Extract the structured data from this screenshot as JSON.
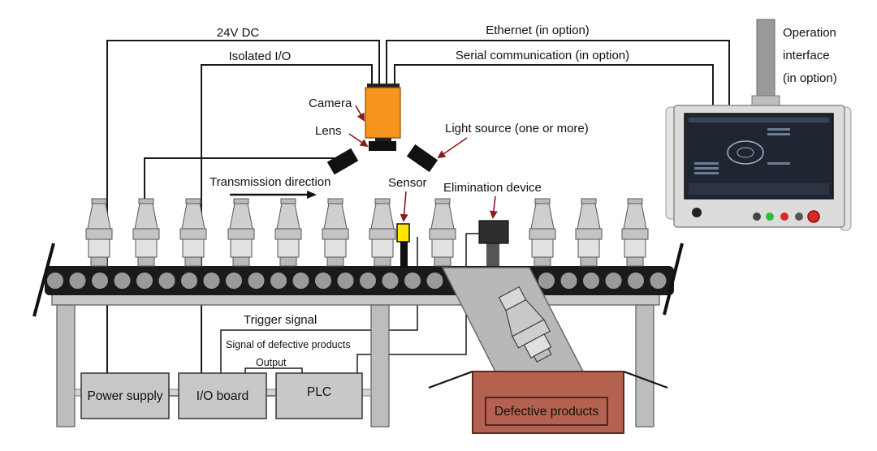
{
  "colors": {
    "camera": "#f7941d",
    "sensor": "#ffe600",
    "defect_box": "#b5614f",
    "arrow": "#8b1a1a",
    "frame": "#c8c8c8",
    "button_green": "#2dbf3a",
    "button_red": "#d62828"
  },
  "labels": {
    "power_24v": "24V DC",
    "isolated_io": "Isolated I/O",
    "ethernet": "Ethernet (in option)",
    "serial": "Serial communication (in option)",
    "camera": "Camera",
    "lens": "Lens",
    "light_source": "Light source (one or more)",
    "operation_interface_line1": "Operation",
    "operation_interface_line2": "interface",
    "operation_interface_line3": "(in option)",
    "transmission_direction": "Transmission direction",
    "sensor": "Sensor",
    "elimination_device": "Elimination device",
    "trigger_signal": "Trigger signal",
    "signal_defective": "Signal of defective products",
    "output": "Output",
    "power_supply": "Power supply",
    "io_board": "I/O board",
    "plc": "PLC",
    "defective_products": "Defective products"
  }
}
